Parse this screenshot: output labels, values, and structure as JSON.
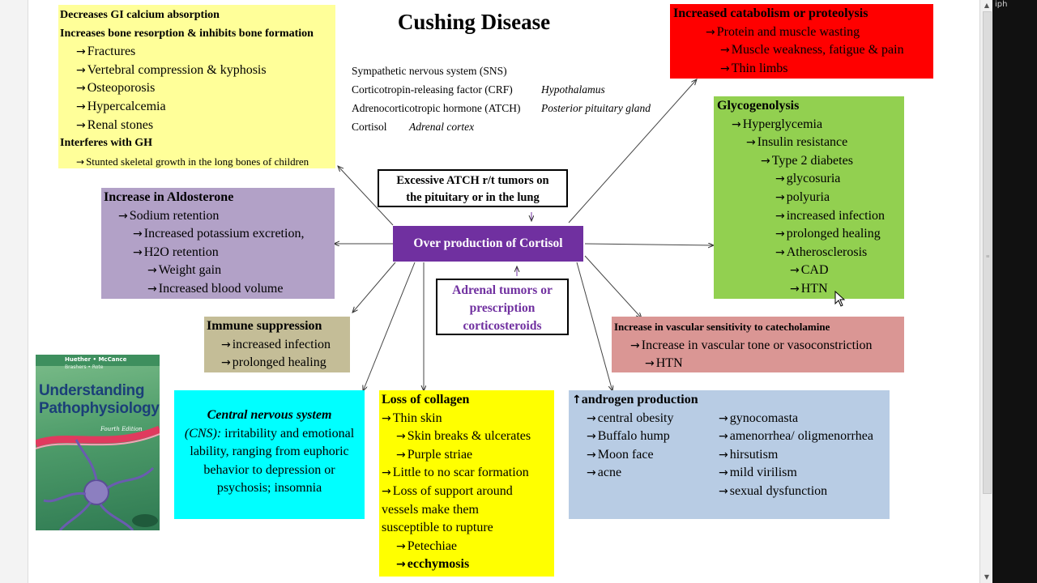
{
  "title": "Cushing Disease",
  "hormone_chain": [
    {
      "hormone": "Sympathetic nervous system (SNS)",
      "source": ""
    },
    {
      "hormone": "Corticotropin-releasing factor (CRF)",
      "source": "Hypothalamus"
    },
    {
      "hormone": "Adrenocorticotropic hormone (ATCH)",
      "source": "Posterior pituitary gland"
    },
    {
      "hormone": "Cortisol",
      "source": "Adrenal cortex"
    }
  ],
  "center": {
    "main": "Over production of  Cortisol",
    "cause_top": [
      "Excessive ATCH r/t tumors on",
      "the pituitary or in the lung"
    ],
    "cause_bottom": [
      "Adrenal tumors or",
      "prescription",
      "corticosteroids"
    ]
  },
  "bone": {
    "heading1": "Decreases GI calcium absorption",
    "heading2": "Increases bone resorption & inhibits bone formation",
    "items": [
      "Fractures",
      "Vertebral compression & kyphosis",
      "Osteoporosis",
      "Hypercalcemia",
      "Renal stones"
    ],
    "heading3": "Interferes with GH",
    "sub": "Stunted skeletal growth in the long bones of children"
  },
  "catabolism": {
    "heading": "Increased catabolism or proteolysis",
    "items": [
      "Protein and muscle wasting",
      "Muscle weakness, fatigue & pain",
      "Thin limbs"
    ]
  },
  "glycogenolysis": {
    "heading": "Glycogenolysis",
    "items": [
      "Hyperglycemia",
      "Insulin resistance",
      "Type 2 diabetes",
      "glycosuria",
      "polyuria",
      "increased infection",
      "prolonged healing",
      "Atherosclerosis",
      "CAD",
      "HTN"
    ]
  },
  "aldosterone": {
    "heading": "Increase in Aldosterone",
    "items": [
      "Sodium retention",
      "Increased potassium excretion,",
      "H2O retention",
      "Weight gain",
      "Increased blood volume"
    ]
  },
  "immune": {
    "heading": "Immune suppression",
    "items": [
      "increased infection",
      "prolonged healing"
    ]
  },
  "vascular": {
    "heading": "Increase in vascular sensitivity to catecholamine",
    "items": [
      "Increase in vascular tone or vasoconstriction",
      "HTN"
    ]
  },
  "cns": {
    "heading": "Central nervous system",
    "body1": "(CNS):",
    "body2": " irritability and emotional lability, ranging from euphoric behavior to depression or psychosis; insomnia"
  },
  "collagen": {
    "heading": "Loss of collagen",
    "items": [
      "Thin skin",
      "Skin breaks & ulcerates",
      "Purple striae",
      "Little to no scar formation",
      "Loss of support around",
      "vessels make them",
      "susceptible to rupture",
      "Petechiae",
      "ecchymosis"
    ]
  },
  "androgen": {
    "heading": "androgen production",
    "up_arrow": "↑",
    "left_items": [
      "central obesity",
      "Buffalo hump",
      "Moon face",
      "acne"
    ],
    "right_items": [
      "gynocomasta",
      "amenorrhea/ oligmenorrhea",
      "hirsutism",
      "mild virilism",
      "sexual dysfunction"
    ]
  },
  "book": {
    "authors": "Huether • McCance",
    "authors2": "Brashers • Rote",
    "title1": "Understanding",
    "title2": "Pathophysiology",
    "edition": "Fourth Edition"
  },
  "glyph": "→",
  "overlay_text": "iph",
  "colors": {
    "bone": "#ffff99",
    "catabolism": "#ff0000",
    "glycogenolysis": "#92d050",
    "aldosterone": "#b2a1c7",
    "immune": "#c4bd97",
    "vascular": "#da9694",
    "cns": "#00ffff",
    "collagen": "#ffff00",
    "androgen": "#b8cce4",
    "center": "#7030a0",
    "center_text": "#ffffff",
    "cause_bottom_text": "#7030a0"
  }
}
